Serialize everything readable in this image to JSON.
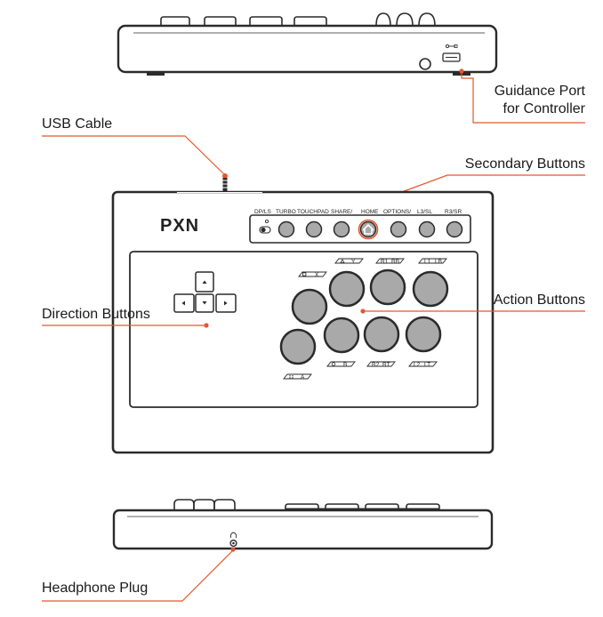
{
  "callouts": {
    "guidance_port_line1": "Guidance Port",
    "guidance_port_line2": "for Controller",
    "usb_cable": "USB Cable",
    "secondary_buttons": "Secondary Buttons",
    "direction_buttons": "Direction Buttons",
    "action_buttons": "Action Buttons",
    "headphone_plug": "Headphone Plug"
  },
  "brand_logo": "PXN",
  "secondary_labels": [
    "DP/LS",
    "TURBO",
    "TOUCHPAD",
    "SHARE/",
    "HOME",
    "OPTIONS/",
    "L3/SL",
    "R3/SR"
  ],
  "action_labels": {
    "square_x": "X",
    "triangle_y": "Y",
    "r1": "R1",
    "rb": "RB",
    "l1": "L1",
    "lb": "LB",
    "cross_a": "A",
    "circle_b": "B",
    "r2": "R2",
    "rt": "RT",
    "l2": "L2",
    "lt": "LT"
  },
  "colors": {
    "accent": "#e4572e",
    "outline": "#2b2b2b",
    "button_fill": "#a9a9a9"
  },
  "icons": [
    "usb-port-icon",
    "home-icon",
    "headphone-icon",
    "arrow-up-icon",
    "arrow-down-icon",
    "arrow-left-icon",
    "arrow-right-icon"
  ]
}
